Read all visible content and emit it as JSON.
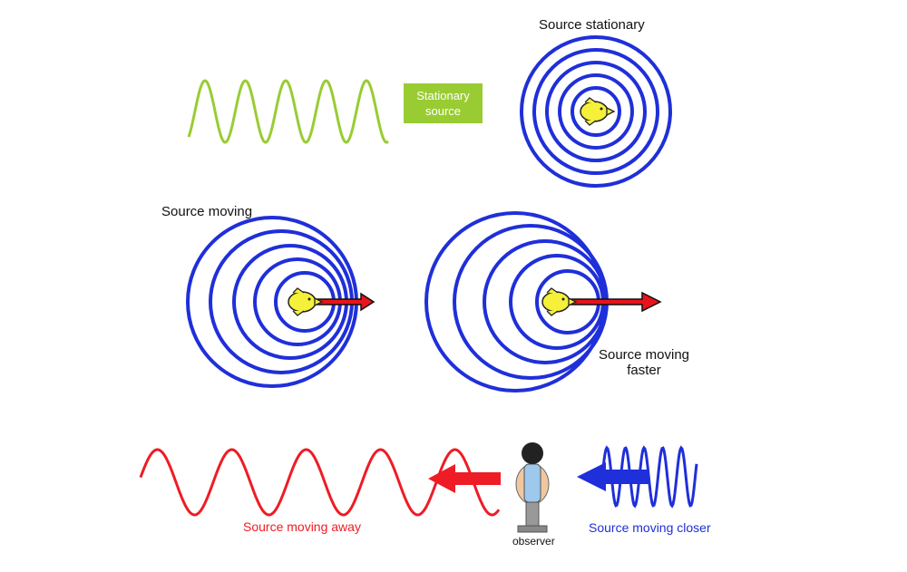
{
  "labels": {
    "source_stationary": "Source stationary",
    "stationary_source_line1": "Stationary",
    "stationary_source_line2": "source",
    "source_moving": "Source moving",
    "source_moving_faster_line1": "Source moving",
    "source_moving_faster_line2": "faster",
    "source_moving_away": "Source moving away",
    "source_moving_closer": "Source moving closer",
    "observer": "observer"
  },
  "colors": {
    "green_wave": "#99cc33",
    "wavefront_blue": "#1f2fd9",
    "away_red": "#ee1c24",
    "closer_blue": "#1f2fd9",
    "source_body": "#f5f03a",
    "arrow_red": "#e8141c",
    "observer_shirt": "#9ec8ec",
    "observer_skin": "#f0c8a0",
    "observer_head": "#222222",
    "observer_stand": "#999999"
  },
  "icons": {
    "source": "fish-source-icon",
    "observer": "person-observer-icon"
  }
}
